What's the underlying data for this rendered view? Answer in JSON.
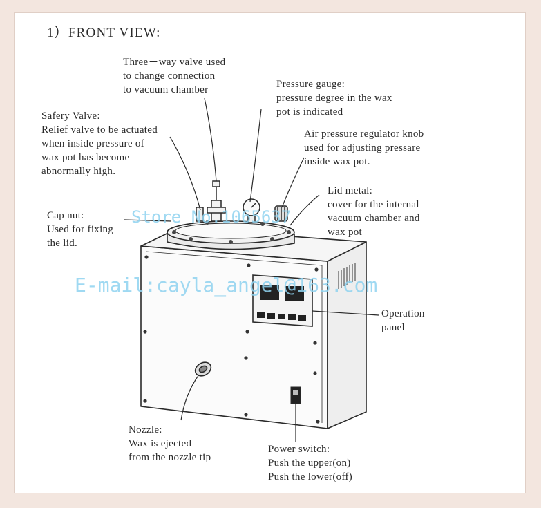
{
  "title": "1）FRONT VIEW:",
  "labels": {
    "three_way_valve": [
      "Three－way valve used",
      "to change connection",
      "to vacuum chamber"
    ],
    "pressure_gauge": [
      "Pressure gauge:",
      "pressure degree in the wax",
      "pot is indicated"
    ],
    "safety_valve": [
      "Safery Valve:",
      "Relief valve to be actuated",
      "when inside pressure of",
      "wax pot has become",
      "abnormally high."
    ],
    "air_regulator": [
      "Air pressure regulator knob",
      "used for adjusting pressare",
      "inside wax pot."
    ],
    "lid_metal": [
      "Lid metal:",
      "cover for the internal",
      "vacuum chamber and",
      "wax pot"
    ],
    "cap_nut": [
      "Cap nut:",
      "Used for fixing",
      "the lid."
    ],
    "operation_panel": [
      "Operation",
      "panel"
    ],
    "nozzle": [
      "Nozzle:",
      "Wax is ejected",
      "from the nozzle tip"
    ],
    "power_switch": [
      "Power switch:",
      "Push the upper(on)",
      "Push the lower(off)"
    ]
  },
  "watermarks": {
    "store": "Store No.1065637",
    "email": "E-mail:cayla_angel@163.com"
  },
  "colors": {
    "background": "#f3e6df",
    "line": "#2a2a2a",
    "watermark": "#8fd3f0"
  }
}
